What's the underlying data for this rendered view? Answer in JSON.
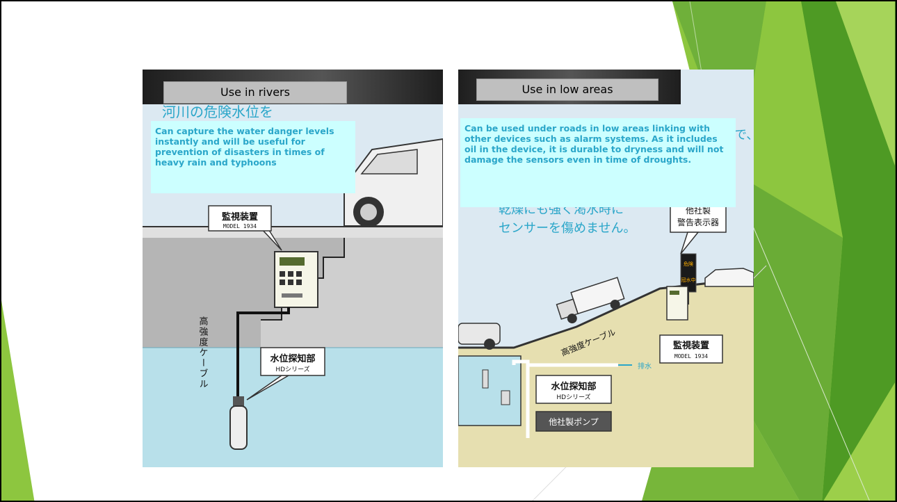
{
  "left_panel": {
    "tab_label": "Use in rivers",
    "caption": "Can  capture the water danger levels instantly and will be useful for prevention of disasters in times of heavy rain and typhoons",
    "partial_jp_text": "河川の危険水位を",
    "monitor_label": "監視装置",
    "monitor_model": "MODEL 1934",
    "cable_label": "高強度ケーブル",
    "sensor_label": "水位探知部",
    "sensor_series": "HDシリーズ"
  },
  "right_panel": {
    "tab_label": "Use in low areas",
    "caption": "Can be used  under roads in low areas linking with other devices such as alarm systems. As it includes oil in the device, it is durable to dryness and will not damage the sensors even in  time of droughts.",
    "jp_line1": "乾燥にも強く渇水時に",
    "jp_line2": "センサーを傷めません。",
    "jp_edge": "で、",
    "alarm_label_line1": "他社製",
    "alarm_label_line2": "警告表示器",
    "sign_text_top": "危険",
    "sign_text_bottom": "冠水中",
    "cable_label": "高強度ケーブル",
    "drain_label": "排水",
    "monitor_label": "監視装置",
    "monitor_model": "MODEL 1934",
    "sensor_label": "水位探知部",
    "sensor_series": "HDシリーズ",
    "pump_label": "他社製ポンプ"
  },
  "colors": {
    "accent_green": "#8dc63f",
    "accent_dark_green": "#3f7f1e",
    "caption_bg": "#ccffff",
    "caption_text": "#2aa6c9",
    "sky": "#dce9f2",
    "water": "#b8e0ea",
    "concrete": "#b5b5b5",
    "ground": "#e6dfb0"
  }
}
